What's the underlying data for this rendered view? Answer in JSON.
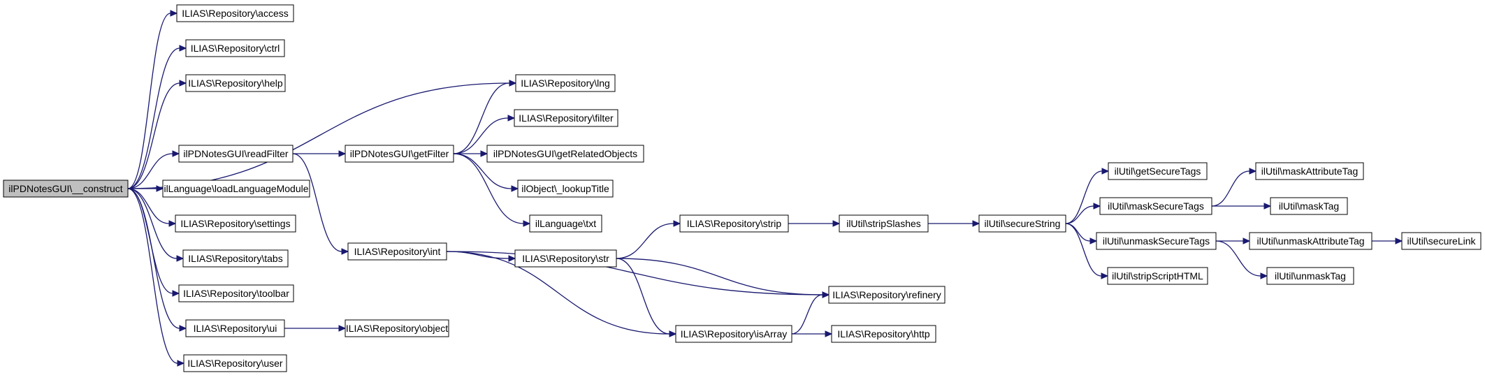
{
  "graph": {
    "root": "n0",
    "nodes": [
      {
        "id": "n0",
        "label": "ilPDNotesGUI\\__construct"
      },
      {
        "id": "n1",
        "label": "ILIAS\\Repository\\access"
      },
      {
        "id": "n2",
        "label": "ILIAS\\Repository\\ctrl"
      },
      {
        "id": "n3",
        "label": "ILIAS\\Repository\\help"
      },
      {
        "id": "n4",
        "label": "ILIAS\\Repository\\lng"
      },
      {
        "id": "n5",
        "label": "ilPDNotesGUI\\readFilter"
      },
      {
        "id": "n6",
        "label": "ilLanguage\\loadLanguageModule"
      },
      {
        "id": "n7",
        "label": "ILIAS\\Repository\\settings"
      },
      {
        "id": "n8",
        "label": "ILIAS\\Repository\\tabs"
      },
      {
        "id": "n9",
        "label": "ILIAS\\Repository\\toolbar"
      },
      {
        "id": "n10",
        "label": "ILIAS\\Repository\\ui"
      },
      {
        "id": "n11",
        "label": "ILIAS\\Repository\\user"
      },
      {
        "id": "n12",
        "label": "ilPDNotesGUI\\getFilter"
      },
      {
        "id": "n13",
        "label": "ILIAS\\Repository\\int"
      },
      {
        "id": "n14",
        "label": "ILIAS\\Repository\\filter"
      },
      {
        "id": "n15",
        "label": "ilPDNotesGUI\\getRelatedObjects"
      },
      {
        "id": "n16",
        "label": "ilObject\\_lookupTitle"
      },
      {
        "id": "n17",
        "label": "ilLanguage\\txt"
      },
      {
        "id": "n18",
        "label": "ILIAS\\Repository\\str"
      },
      {
        "id": "n19",
        "label": "ILIAS\\Repository\\refinery"
      },
      {
        "id": "n20",
        "label": "ILIAS\\Repository\\isArray"
      },
      {
        "id": "n21",
        "label": "ILIAS\\Repository\\strip"
      },
      {
        "id": "n22",
        "label": "ILIAS\\Repository\\http"
      },
      {
        "id": "n23",
        "label": "ilUtil\\stripSlashes"
      },
      {
        "id": "n24",
        "label": "ILIAS\\Repository\\object"
      },
      {
        "id": "n25",
        "label": "ilUtil\\secureString"
      },
      {
        "id": "n26",
        "label": "ilUtil\\getSecureTags"
      },
      {
        "id": "n27",
        "label": "ilUtil\\maskSecureTags"
      },
      {
        "id": "n28",
        "label": "ilUtil\\unmaskSecureTags"
      },
      {
        "id": "n29",
        "label": "ilUtil\\stripScriptHTML"
      },
      {
        "id": "n30",
        "label": "ilUtil\\maskAttributeTag"
      },
      {
        "id": "n31",
        "label": "ilUtil\\maskTag"
      },
      {
        "id": "n32",
        "label": "ilUtil\\unmaskAttributeTag"
      },
      {
        "id": "n33",
        "label": "ilUtil\\unmaskTag"
      },
      {
        "id": "n34",
        "label": "ilUtil\\secureLink"
      }
    ],
    "edges": [
      [
        "n0",
        "n1"
      ],
      [
        "n0",
        "n2"
      ],
      [
        "n0",
        "n3"
      ],
      [
        "n0",
        "n4"
      ],
      [
        "n0",
        "n5"
      ],
      [
        "n0",
        "n6"
      ],
      [
        "n0",
        "n7"
      ],
      [
        "n0",
        "n8"
      ],
      [
        "n0",
        "n9"
      ],
      [
        "n0",
        "n10"
      ],
      [
        "n0",
        "n11"
      ],
      [
        "n5",
        "n12"
      ],
      [
        "n5",
        "n13"
      ],
      [
        "n12",
        "n4"
      ],
      [
        "n12",
        "n14"
      ],
      [
        "n12",
        "n15"
      ],
      [
        "n12",
        "n16"
      ],
      [
        "n12",
        "n17"
      ],
      [
        "n13",
        "n18"
      ],
      [
        "n13",
        "n19"
      ],
      [
        "n13",
        "n20"
      ],
      [
        "n18",
        "n21"
      ],
      [
        "n18",
        "n19"
      ],
      [
        "n18",
        "n20"
      ],
      [
        "n20",
        "n19"
      ],
      [
        "n20",
        "n22"
      ],
      [
        "n21",
        "n23"
      ],
      [
        "n23",
        "n25"
      ],
      [
        "n25",
        "n26"
      ],
      [
        "n25",
        "n27"
      ],
      [
        "n25",
        "n28"
      ],
      [
        "n25",
        "n29"
      ],
      [
        "n27",
        "n30"
      ],
      [
        "n27",
        "n31"
      ],
      [
        "n28",
        "n32"
      ],
      [
        "n28",
        "n33"
      ],
      [
        "n32",
        "n34"
      ],
      [
        "n10",
        "n24"
      ]
    ],
    "colors": {
      "edge": "#191970",
      "root_fill": "#bfbfbf",
      "node_fill": "#ffffff",
      "border": "#000000"
    }
  }
}
